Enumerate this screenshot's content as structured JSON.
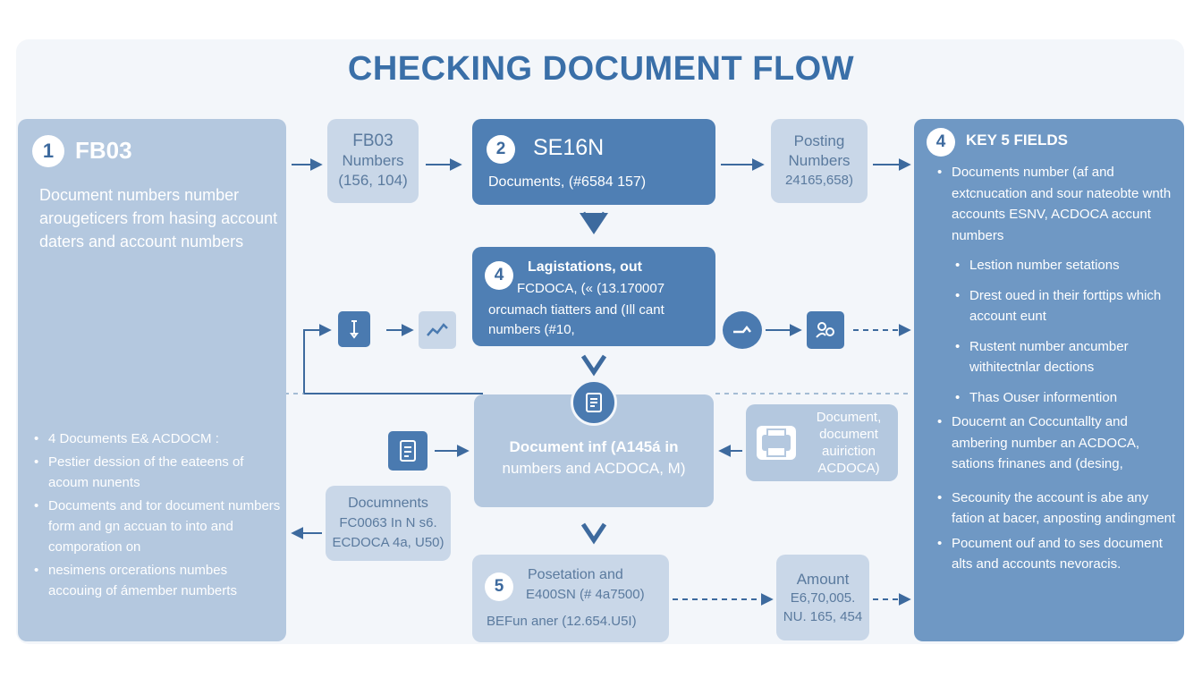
{
  "title": "CHECKING DOCUMENT FLOW",
  "fb03": {
    "number": "1",
    "heading": "FB03",
    "desc": "Document numbers number arougeticers from hasing account daters and account numbers",
    "bullets": [
      "4  Documents E& ACDOCM :",
      "Pestier dession of the eateens of acoum nunents",
      "Documents and tor document numbers form and gn accuan to into and comporation on",
      "nesimens orcerations numbes accouing of ámember numberts"
    ]
  },
  "fb03_numbers": {
    "line1": "FB03",
    "line2": "Numbers",
    "line3": "(156, 104)"
  },
  "se16n": {
    "number": "2",
    "heading": "SE16N",
    "line": "Documents, (#6584 157)"
  },
  "posting_numbers": {
    "line1": "Posting",
    "line2": "Numbers",
    "line3": "24165,658)"
  },
  "key_fields": {
    "number": "4",
    "heading": "KEY 5 FIELDS",
    "items": [
      {
        "text": "Documents number (af and extcnucation and sour nateobte wnth accounts ESNV, ACDOCA accunt numbers",
        "indent": false
      },
      {
        "text": "Lestion number setations",
        "indent": true
      },
      {
        "text": "Drest oued in their forttips which account eunt",
        "indent": true
      },
      {
        "text": "Rustent number ancumber withitectnlar dections",
        "indent": true
      },
      {
        "text": "Thas Ouser informention",
        "indent": true
      },
      {
        "text": "Doucernt an Coccuntallty and ambering number an ACDOCA, sations frinanes and (desing,",
        "indent": false
      },
      {
        "text": "Secounity the account is abe any fation at bacer, anposting andingment",
        "indent": false
      },
      {
        "text": "Pocument ouf and to ses document alts and accounts nevoracis.",
        "indent": false
      }
    ]
  },
  "legislations": {
    "number": "4",
    "heading": "Lagistations, out",
    "line1": "FCDOCA, (« (13.170007",
    "line2": "orcumach tiatters and (Ill cant",
    "line3": "numbers (#10,"
  },
  "doc_info": {
    "line1": "Document inf (A145á in",
    "line2": "numbers and ACDOCA, M)"
  },
  "doc_acdoca": {
    "line1": "Document,",
    "line2": "document",
    "line3": "auiriction",
    "line4": "ACDOCA)"
  },
  "documents_box": {
    "line1": "Documnents",
    "line2": "FC0063 In N s6.",
    "line3": "ECDOCA 4a, U50)"
  },
  "posetation": {
    "number": "5",
    "line1": "Posetation and",
    "line2": "E400SN (# 4a7500)",
    "line3": "BEFun aner (12.654.U5I)"
  },
  "amount": {
    "line1": "Amount",
    "line2": "E6,70,005.",
    "line3": "NU. 165, 454"
  },
  "colors": {
    "dark": "#4f7fb4",
    "mid": "#6f98c4",
    "light": "#b4c8df",
    "title": "#3a6fa8"
  }
}
